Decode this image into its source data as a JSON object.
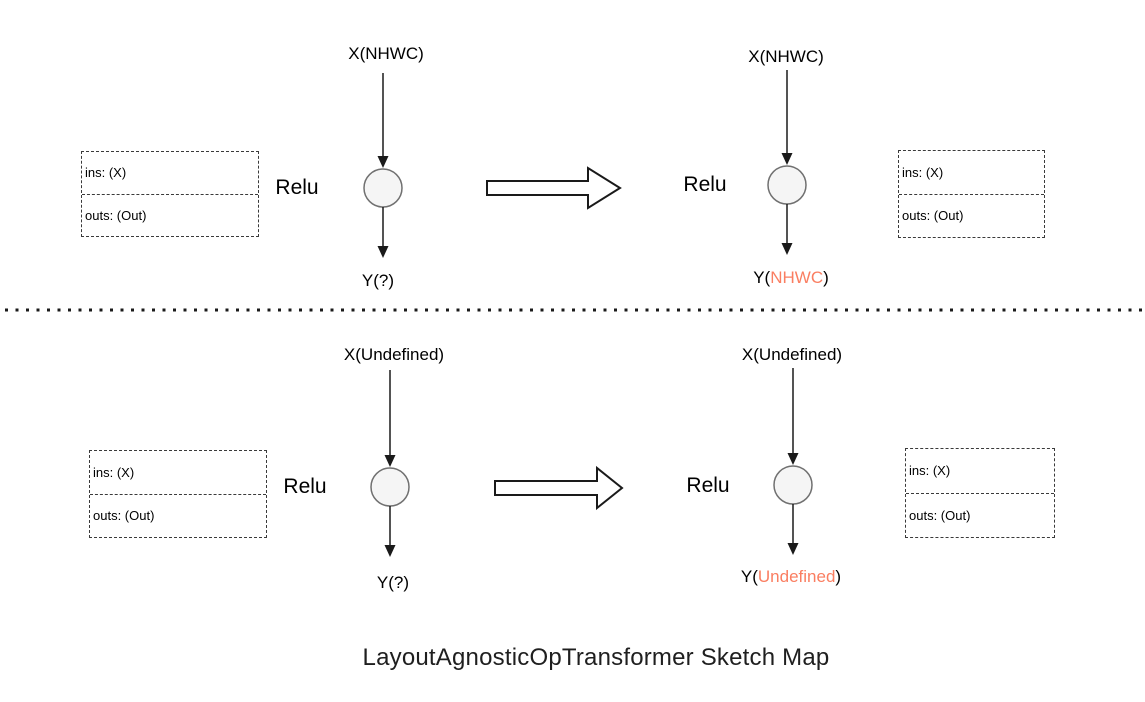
{
  "title": "LayoutAgnosticOpTransformer Sketch Map",
  "colors": {
    "accent": "#FA7E61",
    "node_fill": "#F5F5F5",
    "node_stroke": "#707070",
    "line": "#1A1A1A"
  },
  "quadrants": [
    {
      "name": "top-left-before",
      "input": "X(NHWC)",
      "op": "Relu",
      "output_prefix": "Y(",
      "output_value": "?",
      "output_suffix": ")",
      "output_value_accent": false,
      "ins": "ins: (X)",
      "outs": "outs: (Out)"
    },
    {
      "name": "top-right-after",
      "input": "X(NHWC)",
      "op": "Relu",
      "output_prefix": "Y(",
      "output_value": "NHWC",
      "output_suffix": ")",
      "output_value_accent": true,
      "ins": "ins: (X)",
      "outs": "outs: (Out)"
    },
    {
      "name": "bottom-left-before",
      "input": "X(Undefined)",
      "op": "Relu",
      "output_prefix": "Y(",
      "output_value": "?",
      "output_suffix": ")",
      "output_value_accent": false,
      "ins": "ins: (X)",
      "outs": "outs: (Out)"
    },
    {
      "name": "bottom-right-after",
      "input": "X(Undefined)",
      "op": "Relu",
      "output_prefix": "Y(",
      "output_value": "Undefined",
      "output_suffix": ")",
      "output_value_accent": true,
      "ins": "ins: (X)",
      "outs": "outs: (Out)"
    }
  ]
}
